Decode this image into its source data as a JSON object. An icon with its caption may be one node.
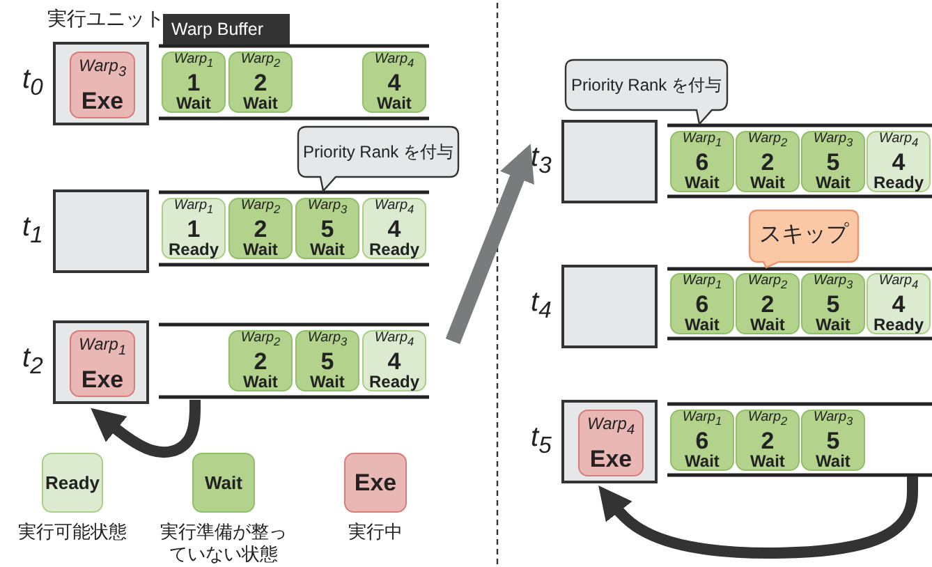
{
  "diagram": {
    "nodes": [
      {
        "text": [],
        "shape": "box",
        "beside": [
          "t$_{0}$"
        ]
      },
      {
        "text": [
          "Warp$_{3}$",
          "Exe"
        ],
        "in": 0
      },
      {
        "text": [
          "Warp$_{1}$",
          "1",
          "Wait"
        ]
      },
      {
        "text": [
          "Warp$_{2}$",
          "2",
          "Wait"
        ]
      },
      {
        "text": [
          "Warp$_{4}$",
          "4",
          "Wait"
        ]
      },
      {
        "text": [
          "Priority Rank を付与"
        ]
      },
      {
        "text": [],
        "shape": "box",
        "beside": [
          "t$_{1}$"
        ]
      },
      {
        "text": [
          "Warp$_{1}$",
          "1",
          "Ready"
        ]
      },
      {
        "text": [
          "Warp$_{2}$",
          "2",
          "Wait"
        ]
      },
      {
        "text": [
          "Warp$_{3}$",
          "5",
          "Wait"
        ]
      },
      {
        "text": [
          "Warp$_{4}$",
          "4",
          "Ready"
        ]
      },
      {
        "text": [],
        "shape": "box",
        "beside": [
          "t$_{2}$"
        ]
      },
      {
        "text": [
          "Warp$_{1}$",
          "Exe"
        ],
        "in": 11
      },
      {
        "text": [
          "Warp$_{2}$",
          "2",
          "Wait"
        ]
      },
      {
        "text": [
          "Warp$_{3}$",
          "5",
          "Wait"
        ]
      },
      {
        "text": [
          "Warp$_{4}$",
          "4",
          "Ready"
        ]
      },
      {
        "text": [
          "Ready"
        ],
        "beside": [
          "実行可能状態"
        ]
      },
      {
        "text": [
          "Wait"
        ],
        "beside": [
          "実行準備が整っていない状態"
        ]
      },
      {
        "text": [
          "Exe"
        ],
        "beside": [
          "実行中"
        ]
      },
      {
        "text": [
          "Priority Rank を付与"
        ]
      },
      {
        "text": [],
        "shape": "box",
        "beside": [
          "t$_{3}$"
        ]
      },
      {
        "text": [
          "Warp$_{1}$",
          "6",
          "Wait"
        ]
      },
      {
        "text": [
          "Warp$_{2}$",
          "2",
          "Wait"
        ]
      },
      {
        "text": [
          "Warp$_{3}$",
          "5",
          "Wait"
        ]
      },
      {
        "text": [
          "Warp$_{4}$",
          "4",
          "Ready"
        ]
      },
      {
        "text": [
          "スキップ"
        ]
      },
      {
        "text": [],
        "shape": "box",
        "beside": [
          "t$_{4}$"
        ]
      },
      {
        "text": [
          "Warp$_{1}$",
          "6",
          "Wait"
        ]
      },
      {
        "text": [
          "Warp$_{2}$",
          "2",
          "Wait"
        ]
      },
      {
        "text": [
          "Warp$_{3}$",
          "5",
          "Wait"
        ]
      },
      {
        "text": [
          "Warp$_{4}$",
          "4",
          "Ready"
        ]
      },
      {
        "text": [],
        "shape": "box",
        "beside": [
          "t$_{5}$"
        ]
      },
      {
        "text": [
          "Warp$_{4}$",
          "Exe"
        ],
        "in": 31
      },
      {
        "text": [
          "Warp$_{1}$",
          "6",
          "Wait"
        ]
      },
      {
        "text": [
          "Warp$_{2}$",
          "2",
          "Wait"
        ]
      },
      {
        "text": [
          "Warp$_{3}$",
          "5",
          "Wait"
        ]
      }
    ],
    "edges": [
      {
        "from": null,
        "to": 11,
        "arrow": "to"
      },
      {
        "from": null,
        "to": 31,
        "arrow": "to"
      },
      {
        "from": null,
        "to": 20,
        "arrow": "to",
        "color": "#7a7b7d"
      }
    ],
    "labels": [
      "実行ユニット",
      "Warp Buffer"
    ]
  }
}
